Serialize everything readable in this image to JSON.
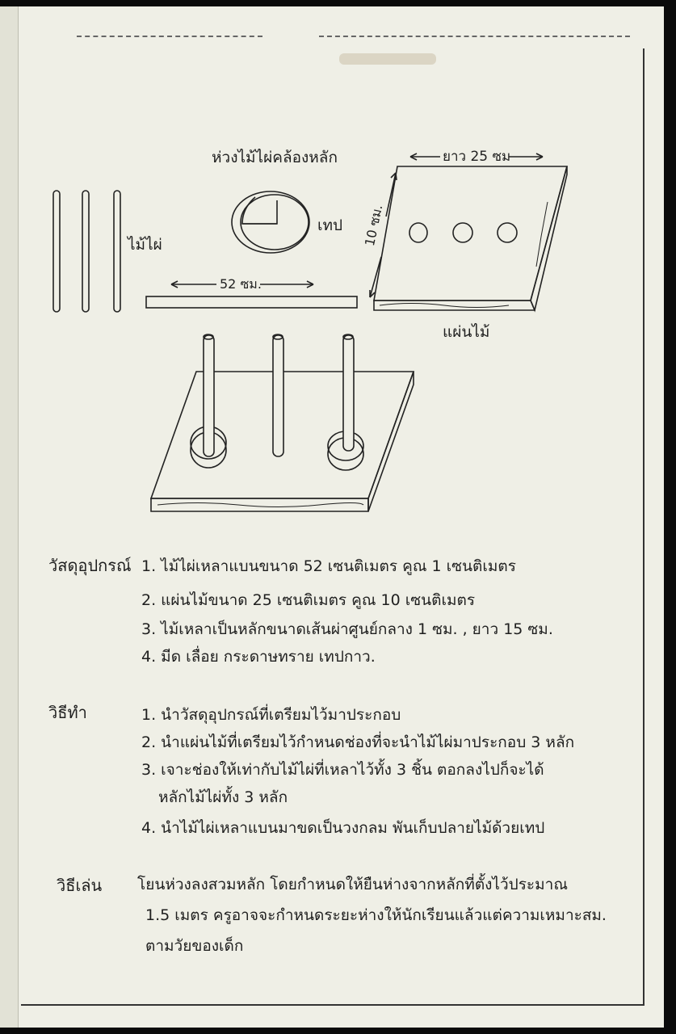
{
  "labels": {
    "ring_title": "ห่วงไม้ไผ่คล้องหลัก",
    "bamboo": "ไม้ไผ่",
    "tape": "เทป",
    "length_52": "52 ซม.",
    "width_25": "ยาว 25 ซม",
    "height_10": "10 ซม.",
    "board": "แผ่นไม้"
  },
  "materials": {
    "heading": "วัสดุอุปกรณ์",
    "items": [
      "1. ไม้ไผ่เหลาแบนขนาด 52 เซนติเมตร คูณ 1 เซนติเมตร",
      "2. แผ่นไม้ขนาด 25 เซนติเมตร คูณ 10 เซนติเมตร",
      "3. ไม้เหลาเป็นหลักขนาดเส้นผ่าศูนย์กลาง 1 ซม. , ยาว 15 ซม.",
      "4. มีด เลื่อย กระดาษทราย เทปกาว."
    ]
  },
  "method": {
    "heading": "วิธีทำ",
    "items": [
      "1. นำวัสดุอุปกรณ์ที่เตรียมไว้มาประกอบ",
      "2. นำแผ่นไม้ที่เตรียมไว้กำหนดช่องที่จะนำไม้ไผ่มาประกอบ 3 หลัก",
      "3. เจาะช่องให้เท่ากับไม้ไผ่ที่เหลาไว้ทั้ง 3 ชิ้น ตอกลงไปก็จะได้",
      "หลักไม้ไผ่ทั้ง 3 หลัก",
      "4. นำไม้ไผ่เหลาแบนมาขดเป็นวงกลม พันเก็บปลายไม้ด้วยเทป"
    ]
  },
  "play": {
    "heading": "วิธีเล่น",
    "lines": [
      "โยนห่วงลงสวมหลัก โดยกำหนดให้ยืนห่างจากหลักที่ตั้งไว้ประมาณ",
      "1.5 เมตร ครูอาจจะกำหนดระยะห่างให้นักเรียนแล้วแต่ความเหมาะสม.",
      "ตามวัยของเด็ก"
    ]
  }
}
